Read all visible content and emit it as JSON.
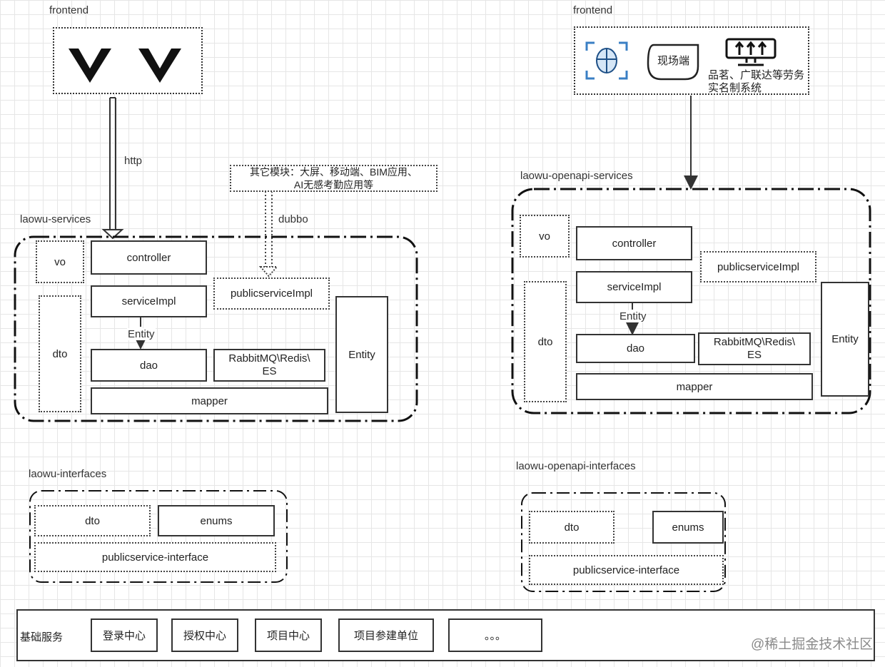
{
  "left": {
    "frontend_label": "frontend",
    "http_label": "http",
    "dubbo_label": "dubbo",
    "other_modules": [
      "其它模块：大屏、移动端、BIM应用、",
      "AI无感考勤应用等"
    ],
    "services_label": "laowu-services",
    "services": {
      "vo": "vo",
      "controller": "controller",
      "serviceimpl": "serviceImpl",
      "publicserviceimpl": "publicserviceImpl",
      "entity_arrow": "Entity",
      "dto": "dto",
      "dao": "dao",
      "mq": [
        "RabbitMQ\\Redis\\",
        "ES"
      ],
      "entity": "Entity",
      "mapper": "mapper"
    },
    "interfaces_label": "laowu-interfaces",
    "interfaces": {
      "dto": "dto",
      "enums": "enums",
      "publicservice": "publicservice-interface"
    }
  },
  "right": {
    "frontend_label": "frontend",
    "scene_label": "现场端",
    "system_label": [
      "品茗、广联达等劳务",
      "实名制系统"
    ],
    "services_label": "laowu-openapi-services",
    "services": {
      "vo": "vo",
      "controller": "controller",
      "publicserviceimpl": "publicserviceImpl",
      "serviceimpl": "serviceImpl",
      "entity_arrow": "Entity",
      "dto": "dto",
      "dao": "dao",
      "mq": [
        "RabbitMQ\\Redis\\",
        "ES"
      ],
      "entity": "Entity",
      "mapper": "mapper"
    },
    "interfaces_label": "laowu-openapi-interfaces",
    "interfaces": {
      "dto": "dto",
      "enums": "enums",
      "publicservice": "publicservice-interface"
    }
  },
  "base": {
    "label": "基础服务",
    "items": [
      "登录中心",
      "授权中心",
      "项目中心",
      "项目参建单位",
      "。。。"
    ]
  },
  "watermark": "@稀土掘金技术社区",
  "colors": {
    "line": "#333333",
    "face_icon": "#3a7fc4",
    "grid": "#e6e6e6"
  }
}
